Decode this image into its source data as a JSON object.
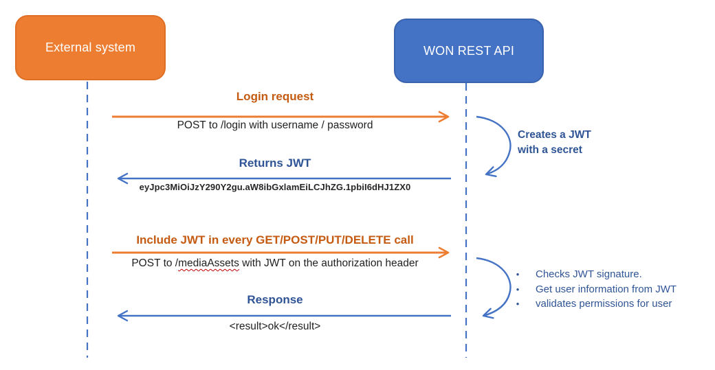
{
  "actors": [
    {
      "label": "External system"
    },
    {
      "label": "WON REST API"
    }
  ],
  "messages": [
    {
      "title": "Login request",
      "detail": "POST to /login with username / password",
      "direction": "right"
    },
    {
      "title": "Returns JWT",
      "detail": "eyJpc3MiOiJzY290Y2gu.aW8ibGxlamEiLCJhZG.1pbiI6dHJ1ZX0",
      "direction": "left"
    },
    {
      "title": "Include JWT in every GET/POST/PUT/DELETE call",
      "detail_prefix": "POST to /",
      "detail_flagged": "mediaAssets",
      "detail_suffix": " with JWT on the authorization header",
      "direction": "right"
    },
    {
      "title": "Response",
      "detail": "<result>ok</result>",
      "direction": "left"
    }
  ],
  "notes": [
    {
      "lines": [
        "Creates a JWT",
        "with a secret"
      ]
    },
    {
      "bullet_char": "•",
      "items": [
        "Checks JWT signature.",
        "Get user information from JWT",
        "validates permissions for user"
      ]
    }
  ],
  "colors": {
    "actor_external_fill": "#ED7D31",
    "actor_api_fill": "#4472C4",
    "orange_arrow": "#ED7D31",
    "orange_title": "#C55A11",
    "blue_arrow": "#4472C4",
    "navy_text": "#2F5496",
    "detail_text": "#1F1F1F",
    "squiggle_red": "#C00000"
  }
}
